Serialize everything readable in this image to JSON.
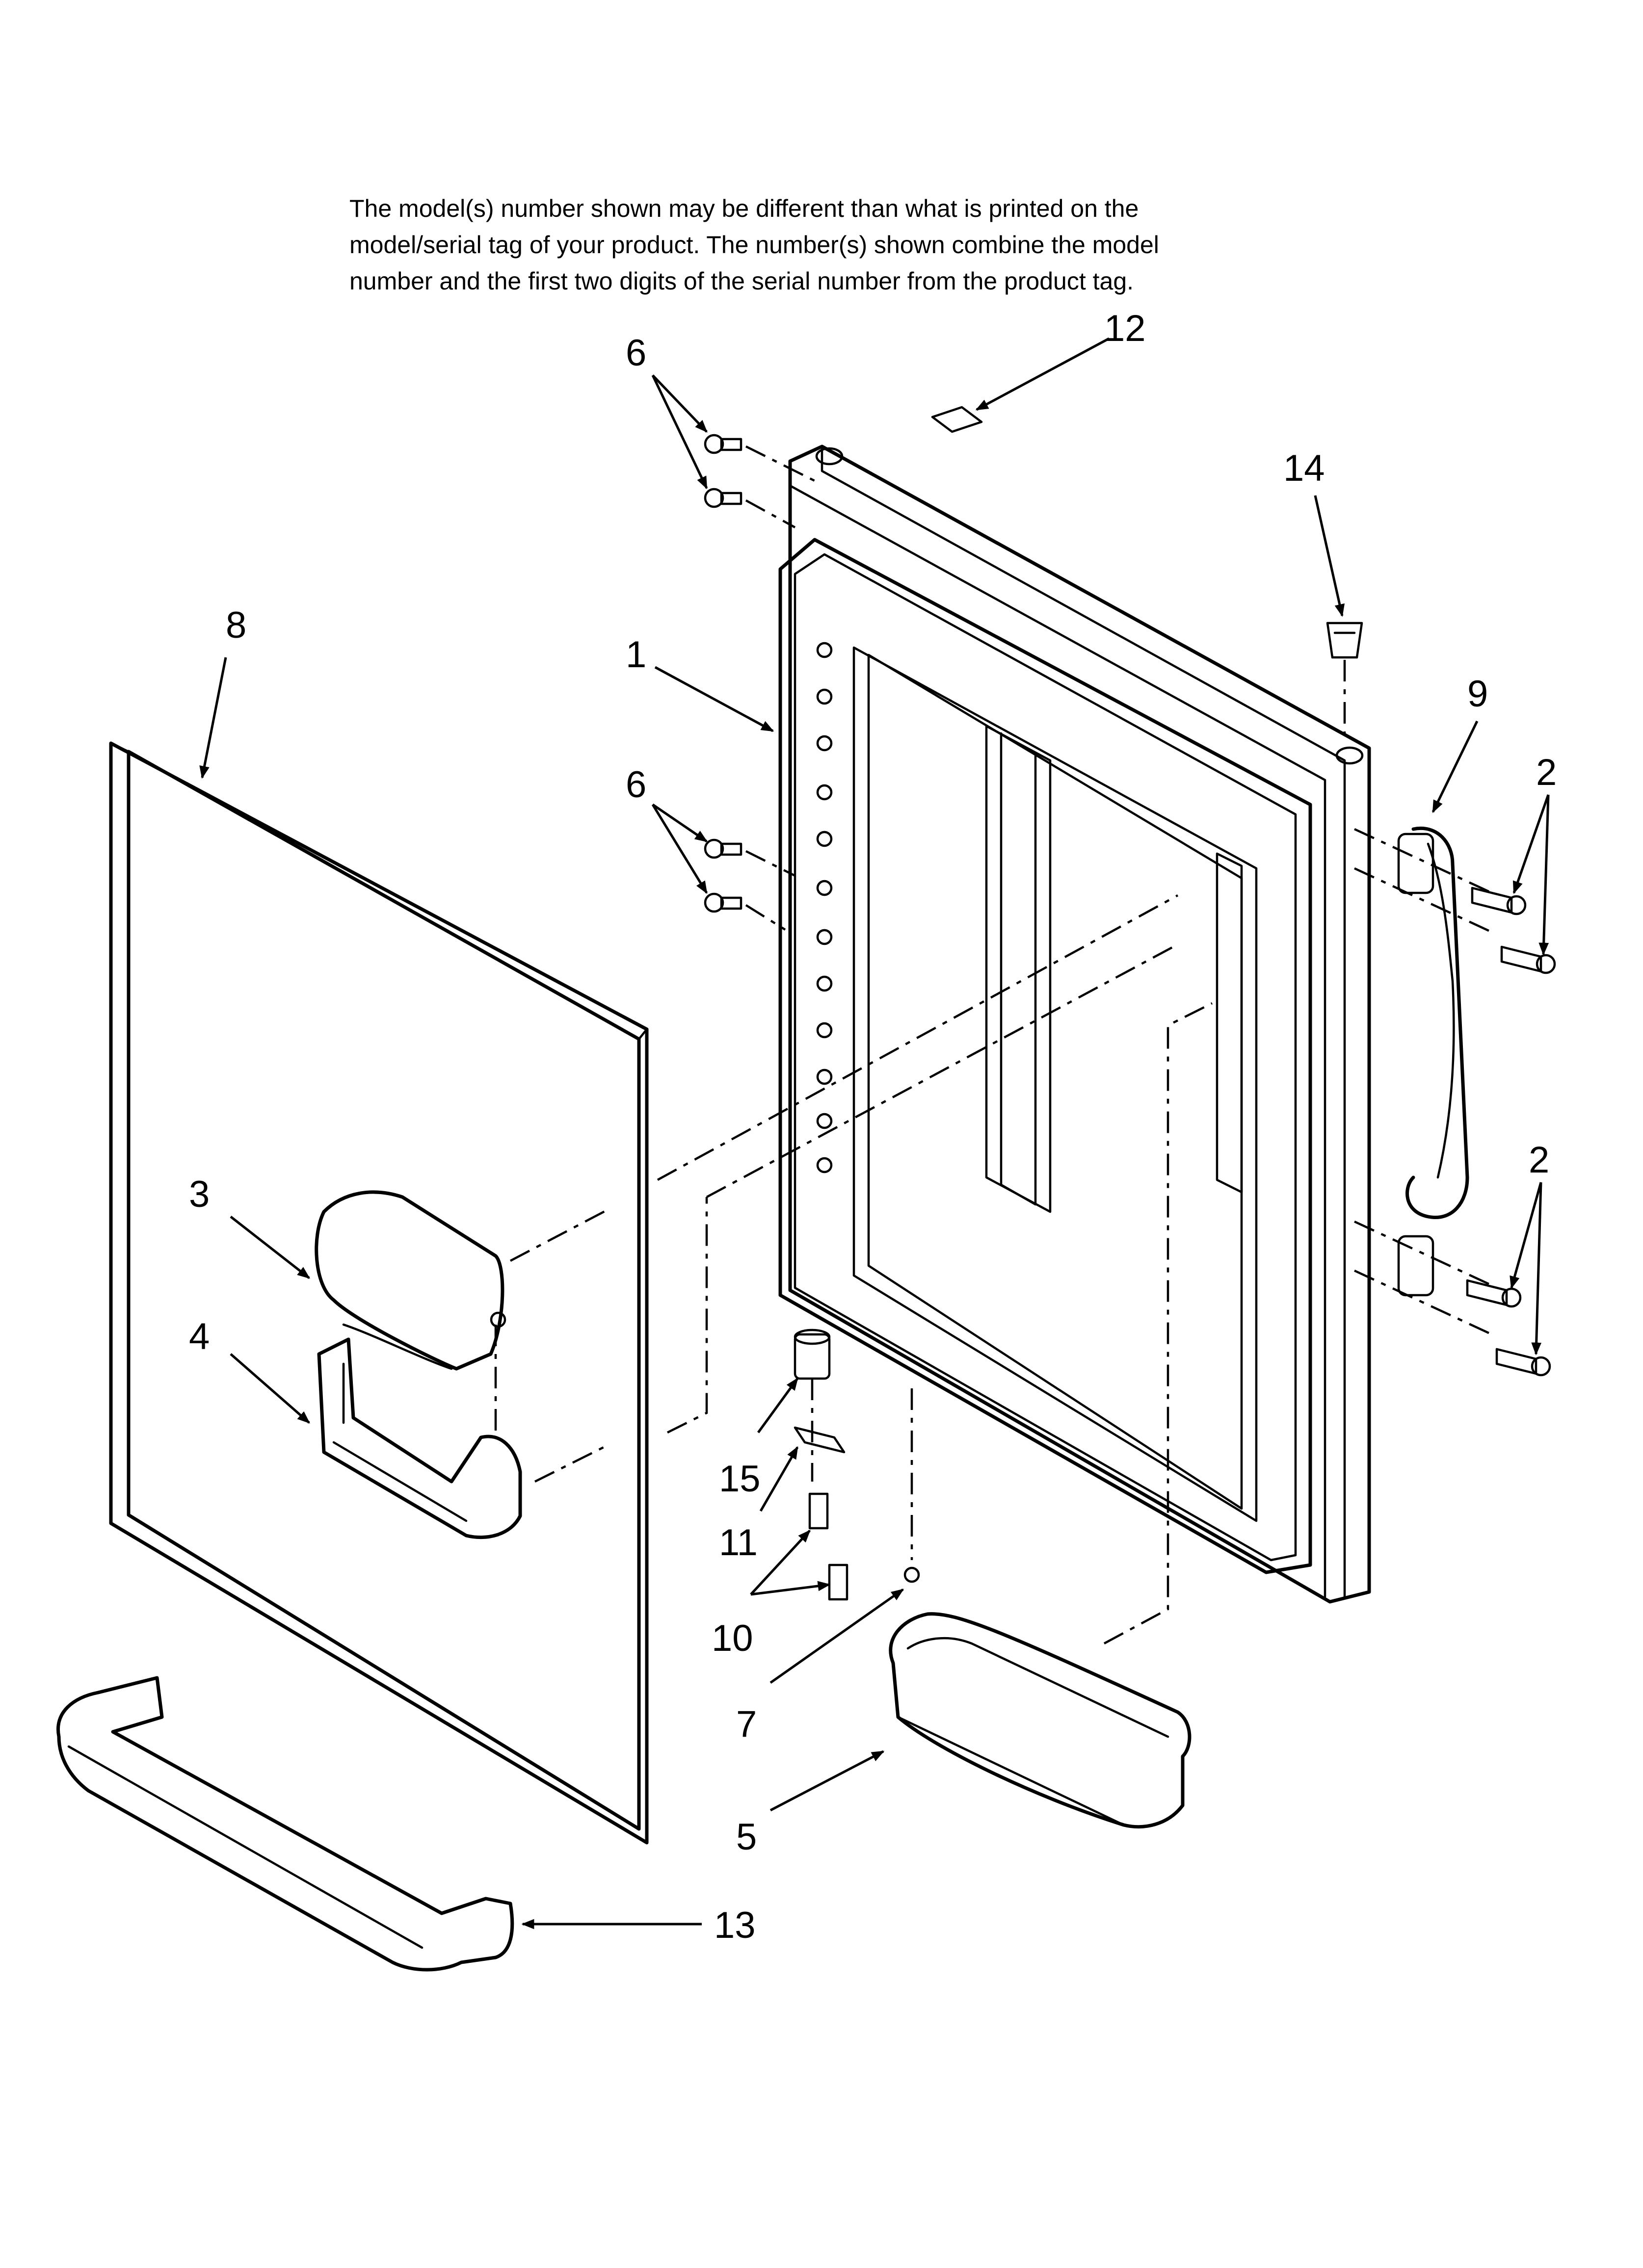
{
  "note": {
    "line1": "The model(s) number shown may be different than what is printed on the",
    "line2": "model/serial tag of your product. The number(s) shown combine the model",
    "line3": "number and the first two digits of the serial number from the product tag."
  },
  "callouts": {
    "c1": "1",
    "c2a": "2",
    "c2b": "2",
    "c3": "3",
    "c4": "4",
    "c5": "5",
    "c6a": "6",
    "c6b": "6",
    "c7": "7",
    "c8": "8",
    "c9": "9",
    "c10": "10",
    "c11": "11",
    "c12": "12",
    "c13": "13",
    "c14": "14",
    "c15": "15"
  }
}
